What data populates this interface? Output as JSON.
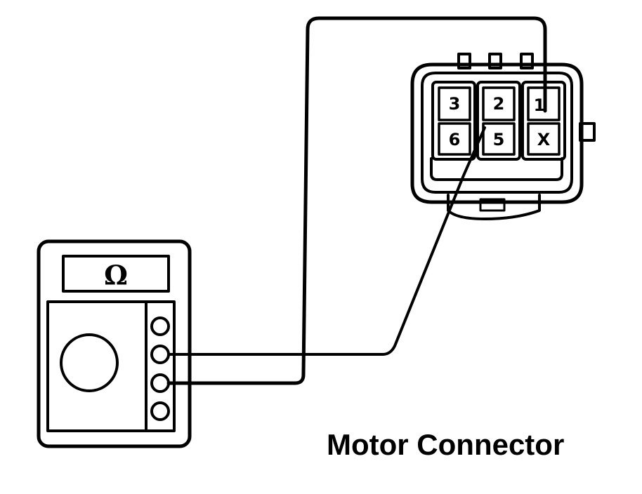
{
  "caption": "Motor Connector",
  "meter": {
    "display": "Ω"
  },
  "connector": {
    "pins": {
      "p3": "3",
      "p2": "2",
      "p1": "1",
      "p6": "6",
      "p5": "5",
      "px": "X"
    }
  }
}
